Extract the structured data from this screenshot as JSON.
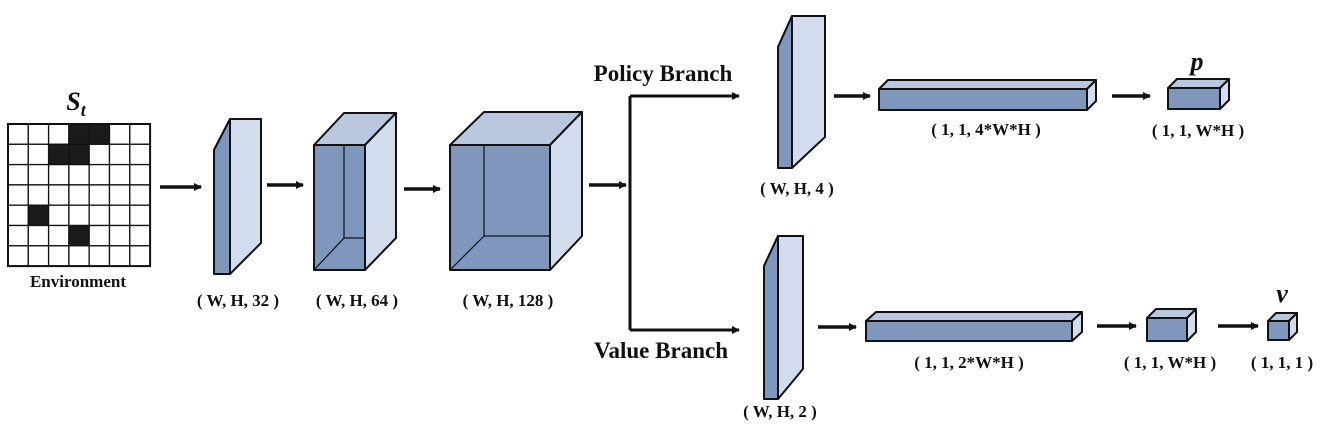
{
  "environment": {
    "state_symbol": "S",
    "state_subscript": "t",
    "label": "Environment",
    "filled_cells": [
      [
        3,
        0
      ],
      [
        4,
        0
      ],
      [
        2,
        1
      ],
      [
        3,
        1
      ],
      [
        1,
        4
      ],
      [
        3,
        5
      ]
    ]
  },
  "trunk": {
    "layers": [
      {
        "label": "( W, H, 32 )"
      },
      {
        "label": "( W, H, 64 )"
      },
      {
        "label": "( W, H, 128 )"
      }
    ]
  },
  "policy": {
    "branch_label": "Policy Branch",
    "conv_label": "( W, H, 4 )",
    "fc_label": "( 1, 1, 4*W*H )",
    "out_label": "( 1, 1, W*H )",
    "out_symbol": "p"
  },
  "value": {
    "branch_label": "Value Branch",
    "conv_label": "( W, H, 2 )",
    "fc_label": "( 1, 1, 2*W*H )",
    "hidden_label": "( 1, 1, W*H )",
    "out_label": "( 1, 1, 1 )",
    "out_symbol": "v"
  },
  "colors": {
    "front": "#7f97bd",
    "side": "#d2dcec",
    "top": "#b9c7df",
    "edge": "#111111",
    "cell_fill": "#1a1a1a"
  }
}
